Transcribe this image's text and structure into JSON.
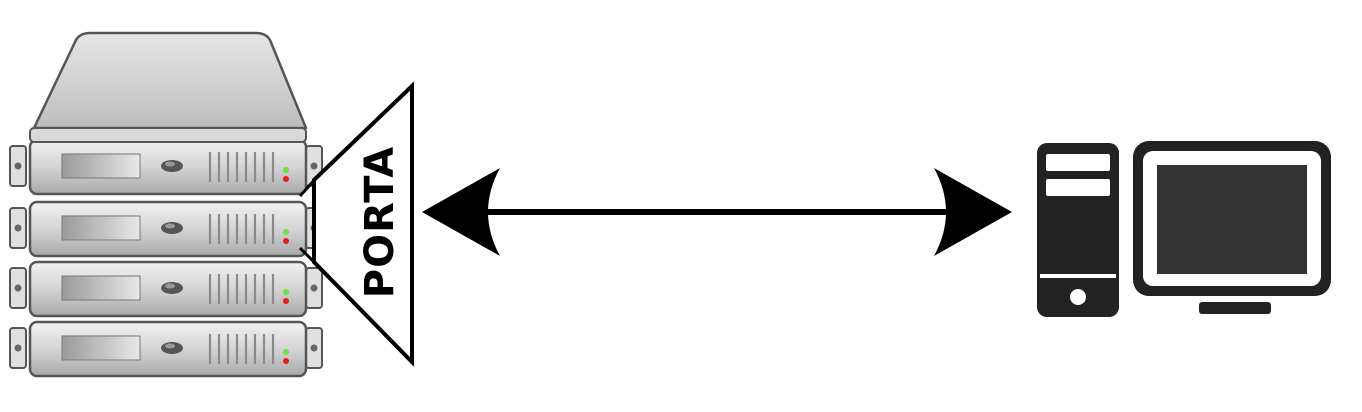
{
  "diagram": {
    "port_label": "PORTA",
    "nodes": [
      {
        "id": "server",
        "icon": "server-rack-icon",
        "units": 4
      },
      {
        "id": "client",
        "icon": "desktop-computer-icon"
      }
    ],
    "edges": [
      {
        "from": "client",
        "to": "server-port",
        "style": "double-headed-arrow"
      }
    ],
    "colors": {
      "line": "#000000",
      "server_body": "#c8c8c8",
      "led_green": "#6fe04a",
      "led_red": "#e02020",
      "computer": "#222222"
    }
  }
}
